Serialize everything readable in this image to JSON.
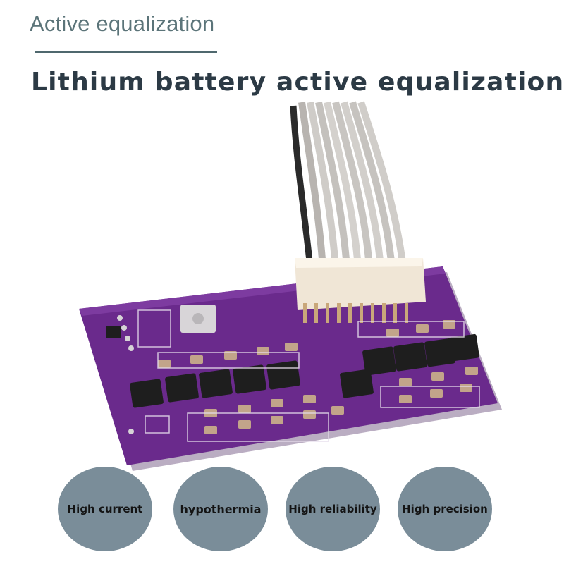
{
  "header": {
    "section_label": "Active equalization",
    "headline": "Lithium battery active equalization"
  },
  "product": {
    "icon": "pcb-board-image",
    "board_color": "#6a2a8c",
    "wire_color": "#c9c6c2"
  },
  "features": [
    {
      "label": "High current"
    },
    {
      "label": "hypothermia"
    },
    {
      "label": "High reliability"
    },
    {
      "label": "High precision"
    }
  ],
  "colors": {
    "circle": "#7a8d99",
    "headline": "#2c3a45",
    "section_label": "#5b7479"
  }
}
